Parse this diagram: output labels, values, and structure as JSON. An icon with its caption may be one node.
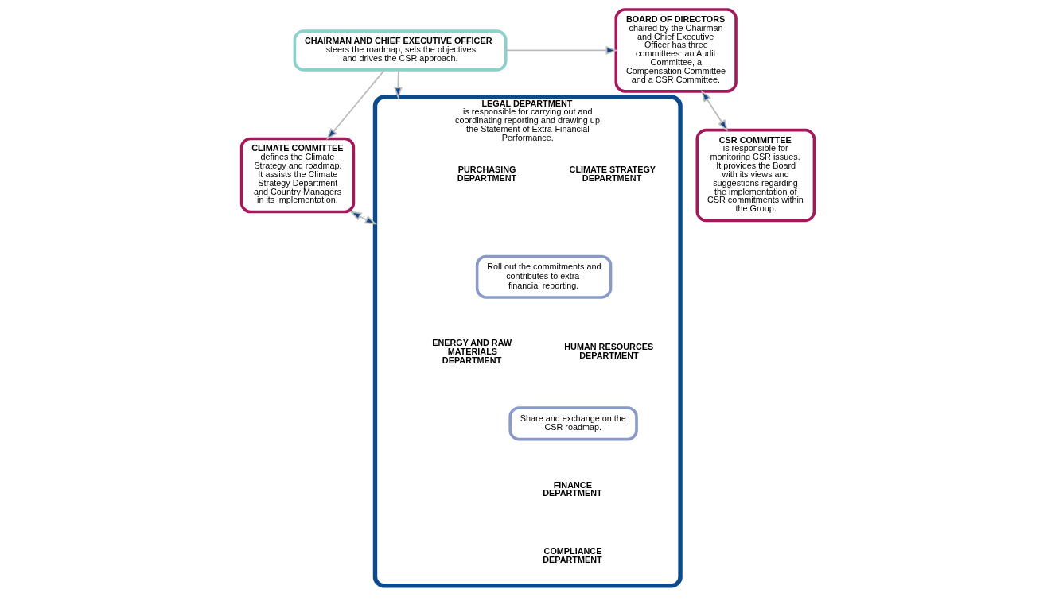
{
  "diagram": {
    "nodes": [
      {
        "text": [
          "CHAIRMAN AND CHIEF EXECUTIVE OFFICER",
          "steers the roadmap, sets the objectives and drives the CSR approach."
        ]
      },
      {
        "text": [
          "BOARD OF DIRECTORS",
          "chaired by the Chairman and Chief Executive Officer has three committees: an Audit Committee, a Compensation Committee and a CSR Committee."
        ]
      },
      {
        "text": [
          "CLIMATE COMMITTEE",
          "defines the Climate Strategy and roadmap. It assists the Climate Strategy Department and Country Managers in its implementation."
        ]
      },
      {
        "text": [
          "LEGAL DEPARTMENT",
          "is responsible for carrying out and coordinating reporting and drawing up the Statement of Extra-Financial Performance."
        ]
      },
      {
        "text": [
          "Roll out the commitments and contributes to extra-financial reporting."
        ],
        "in": 3
      },
      {
        "text": [
          "Share and exchange on the CSR roadmap."
        ],
        "in": 3
      },
      {
        "text": [
          "CSR COMMITTEE",
          "is responsible for monitoring CSR issues. It provides the Board with its views and suggestions regarding the implementation of CSR commitments within the Group."
        ]
      }
    ],
    "edges": [
      {
        "from": 0,
        "to": 2,
        "arrow": "to"
      },
      {
        "from": 0,
        "to": 1,
        "arrow": "to"
      },
      {
        "from": 0,
        "to": 3,
        "arrow": "to"
      },
      {
        "from": 2,
        "to": 3,
        "arrow": "both"
      },
      {
        "from": 1,
        "to": 6,
        "arrow": "both"
      }
    ],
    "labels": [
      "CLIMATE STRATEGY DEPARTMENT",
      "ENERGY AND RAW MATERIALS DEPARTMENT",
      "HUMAN RESOURCES DEPARTMENT",
      "FINANCE DEPARTMENT",
      "PURCHASING DEPARTMENT",
      "COMPLIANCE DEPARTMENT"
    ]
  }
}
